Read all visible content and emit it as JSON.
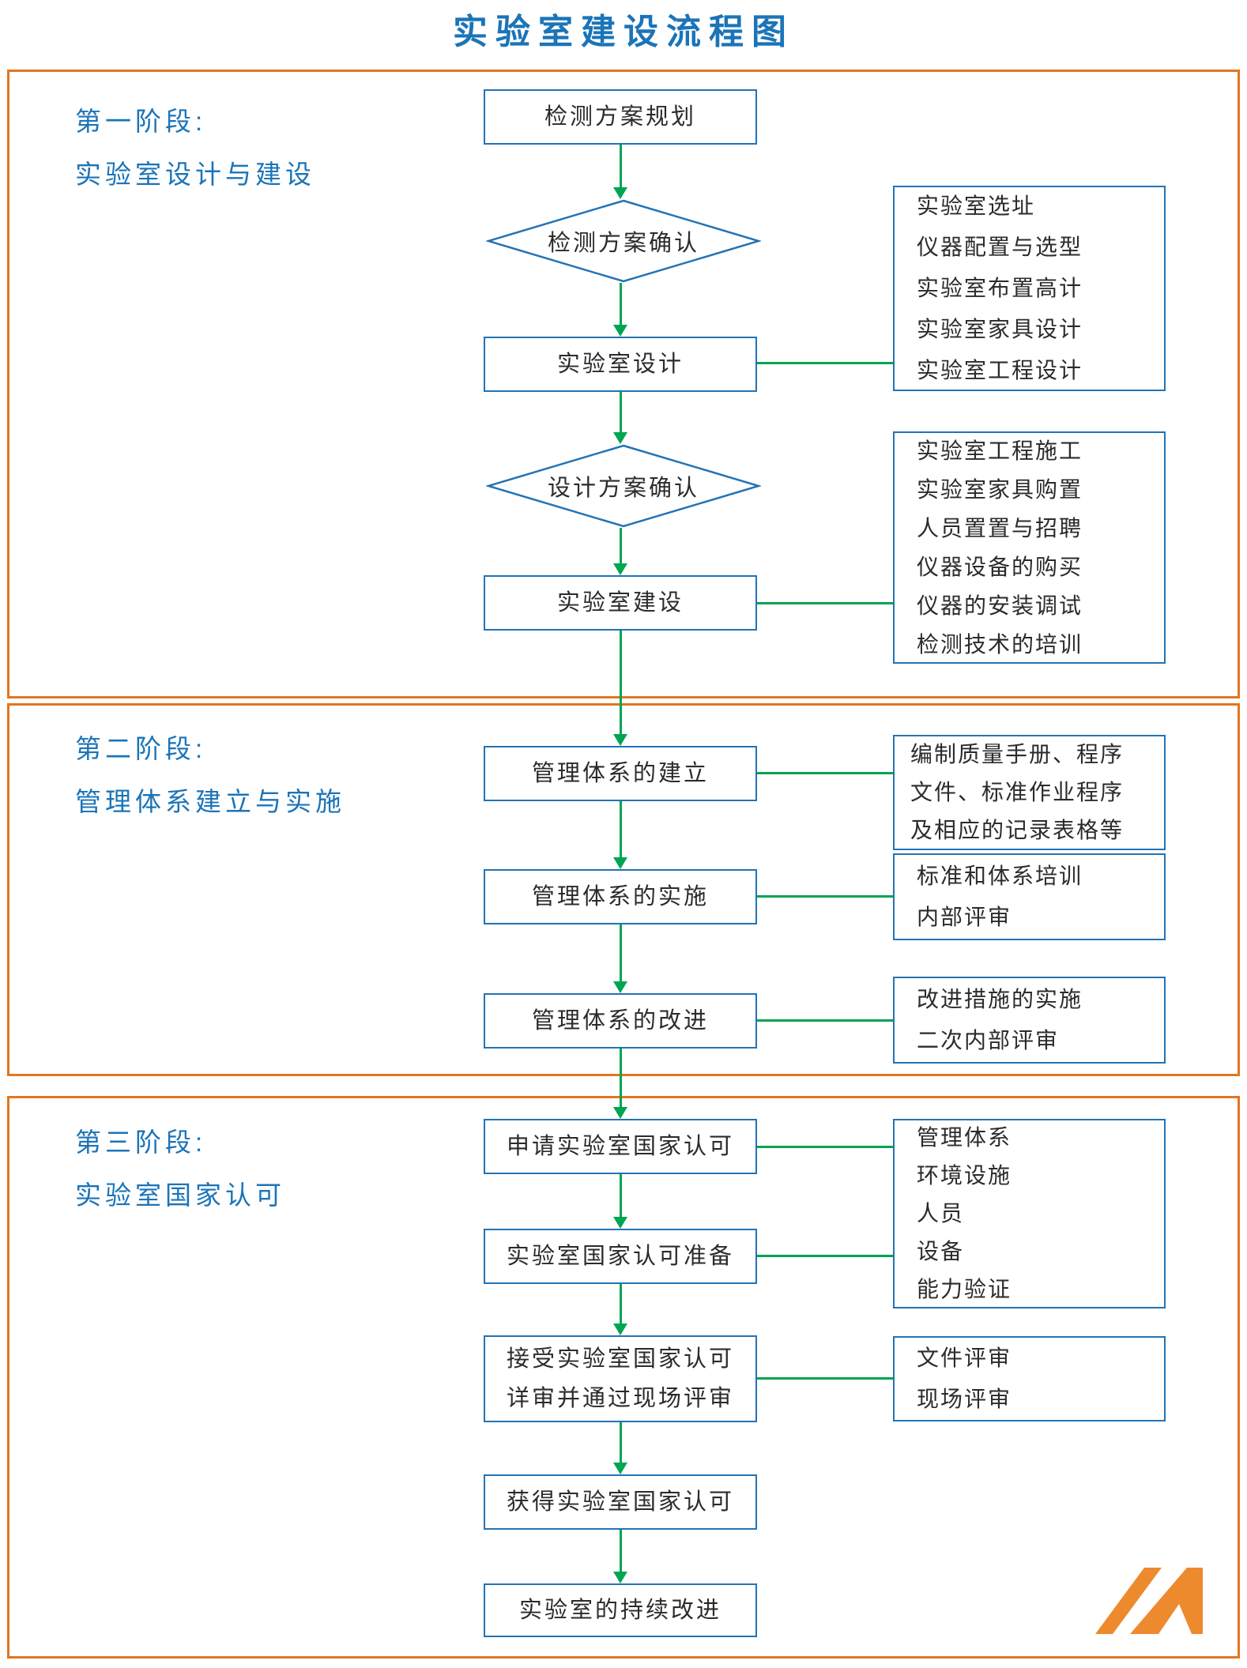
{
  "title": "实验室建设流程图",
  "colors": {
    "title_blue": "#1B74B8",
    "box_border_blue": "#2273B5",
    "arrow_green": "#00A551",
    "section_orange": "#E2761F",
    "logo_orange": "#EE8A2E",
    "text_dark": "#2b2b2b"
  },
  "phases": [
    {
      "line1": "第一阶段:",
      "line2": "实验室设计与建设"
    },
    {
      "line1": "第二阶段:",
      "line2": "管理体系建立与实施"
    },
    {
      "line1": "第三阶段:",
      "line2": "实验室国家认可"
    }
  ],
  "nodes": {
    "plan": "检测方案规划",
    "plan_confirm": "检测方案确认",
    "design": "实验室设计",
    "design_confirm": "设计方案确认",
    "build": "实验室建设",
    "sys_establish": "管理体系的建立",
    "sys_implement": "管理体系的实施",
    "sys_improve": "管理体系的改进",
    "apply": "申请实验室国家认可",
    "prepare": "实验室国家认可准备",
    "accept_line1": "接受实验室国家认可",
    "accept_line2": "详审并通过现场评审",
    "obtain": "获得实验室国家认可",
    "continuous": "实验室的持续改进"
  },
  "side_boxes": {
    "design_details": [
      "实验室选址",
      "仪器配置与选型",
      "实验室布置高计",
      "实验室家具设计",
      "实验室工程设计"
    ],
    "build_details": [
      "实验室工程施工",
      "实验室家具购置",
      "人员置置与招聘",
      "仪器设备的购买",
      "仪器的安装调试",
      "检测技术的培训"
    ],
    "sys_establish_details": [
      "编制质量手册、程序",
      "文件、标准作业程序",
      "及相应的记录表格等"
    ],
    "sys_implement_details": [
      "标准和体系培训",
      "内部评审"
    ],
    "sys_improve_details": [
      "改进措施的实施",
      "二次内部评审"
    ],
    "accredit_elements": [
      "管理体系",
      "环境设施",
      "人员",
      "设备",
      "能力验证"
    ],
    "review_details": [
      "文件评审",
      "现场评审"
    ]
  },
  "icons": {
    "logo": "orange-M-logo"
  }
}
